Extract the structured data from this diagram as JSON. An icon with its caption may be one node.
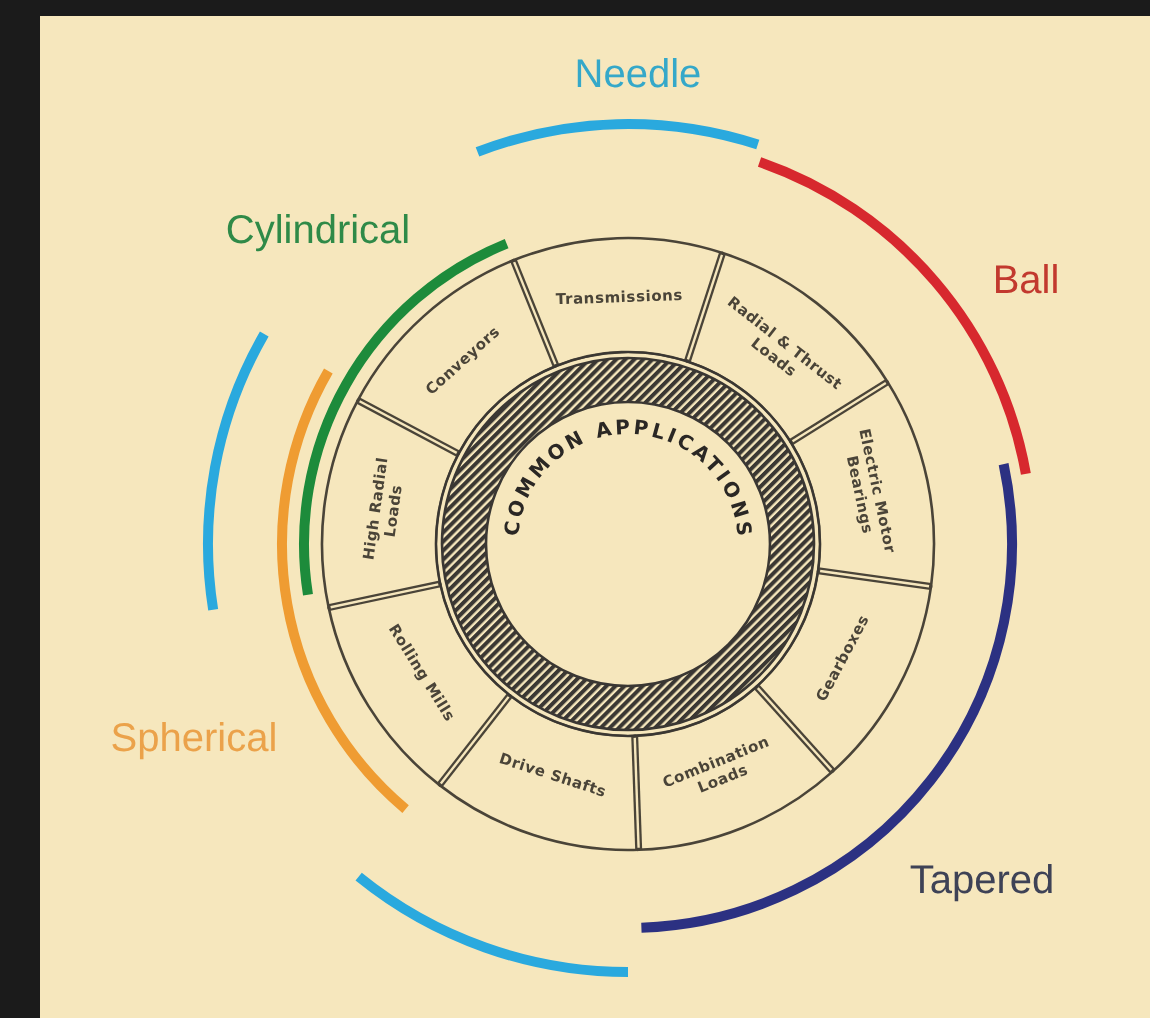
{
  "diagram": {
    "nodes": [
      {
        "text": [
          "COMMON APPLICATIONS"
        ]
      },
      {
        "text": [
          "Transmissions"
        ]
      },
      {
        "text": [
          "Radial & Thrust Loads"
        ]
      },
      {
        "text": [
          "Electric Motor Bearings"
        ]
      },
      {
        "text": [
          "Gearboxes"
        ]
      },
      {
        "text": [
          "Combination Loads"
        ]
      },
      {
        "text": [
          "Drive Shafts"
        ]
      },
      {
        "text": [
          "Rolling Mills"
        ]
      },
      {
        "text": [
          "High Radial Loads"
        ]
      },
      {
        "text": [
          "Conveyors"
        ]
      }
    ],
    "labels": [
      "Needle",
      "Cylindrical",
      "Ball",
      "Spherical",
      "Tapered"
    ]
  }
}
